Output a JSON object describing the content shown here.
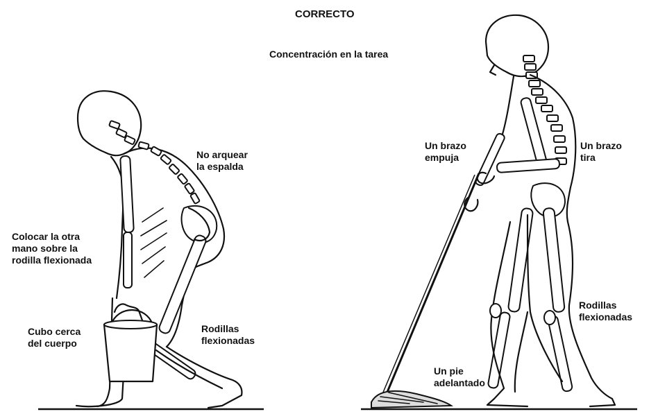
{
  "title": "CORRECTO",
  "subtitle": "Concentración en la tarea",
  "left_figure": {
    "labels": {
      "back": [
        "No arquear",
        "la espalda"
      ],
      "hand": [
        "Colocar la otra",
        "mano sobre la",
        "rodilla flexionada"
      ],
      "bucket": [
        "Cubo cerca",
        "del cuerpo"
      ],
      "knees": [
        "Rodillas",
        "flexionadas"
      ]
    }
  },
  "right_figure": {
    "labels": {
      "push": [
        "Un brazo",
        "empuja"
      ],
      "pull": [
        "Un brazo",
        "tira"
      ],
      "knees": [
        "Rodillas",
        "flexionadas"
      ],
      "foot": [
        "Un pie",
        "adelantado"
      ]
    }
  }
}
